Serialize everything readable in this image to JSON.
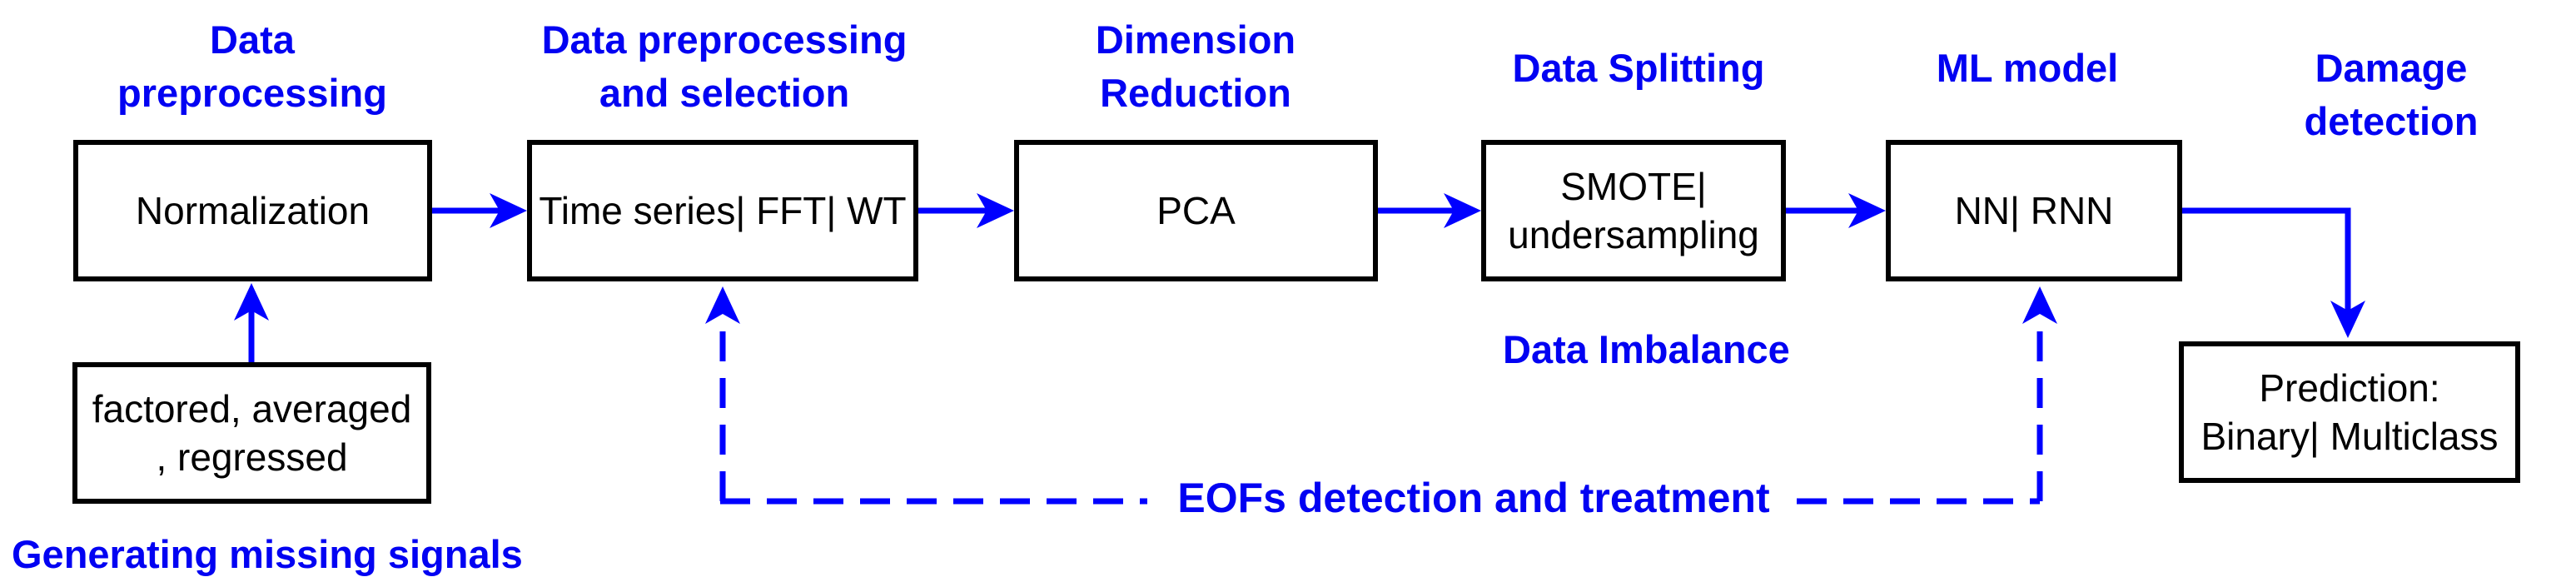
{
  "colors": {
    "accent_blue_text": "#0202f2",
    "connector_blue": "#0000ff",
    "box_border": "#000000",
    "box_text": "#000000",
    "background": "#ffffff"
  },
  "stages": [
    {
      "id": "data-preprocessing",
      "label": "Data\npreprocessing",
      "box": "Normalization"
    },
    {
      "id": "data-preprocessing-selection",
      "label": "Data preprocessing\nand selection",
      "box": "Time series| FFT| WT"
    },
    {
      "id": "dimension-reduction",
      "label": "Dimension\nReduction",
      "box": "PCA"
    },
    {
      "id": "data-splitting",
      "label": "Data Splitting",
      "box": "SMOTE|\nundersampling",
      "note": "Data Imbalance"
    },
    {
      "id": "ml-model",
      "label": "ML model",
      "box": "NN| RNN"
    },
    {
      "id": "damage-detection",
      "label": "Damage detection",
      "box": "Prediction:\nBinary| Multiclass"
    }
  ],
  "auxiliary": {
    "missing_signals_box": "factored, averaged\n, regressed",
    "missing_signals_caption": "Generating missing signals",
    "eofs_annotation": "EOFs detection and treatment"
  }
}
